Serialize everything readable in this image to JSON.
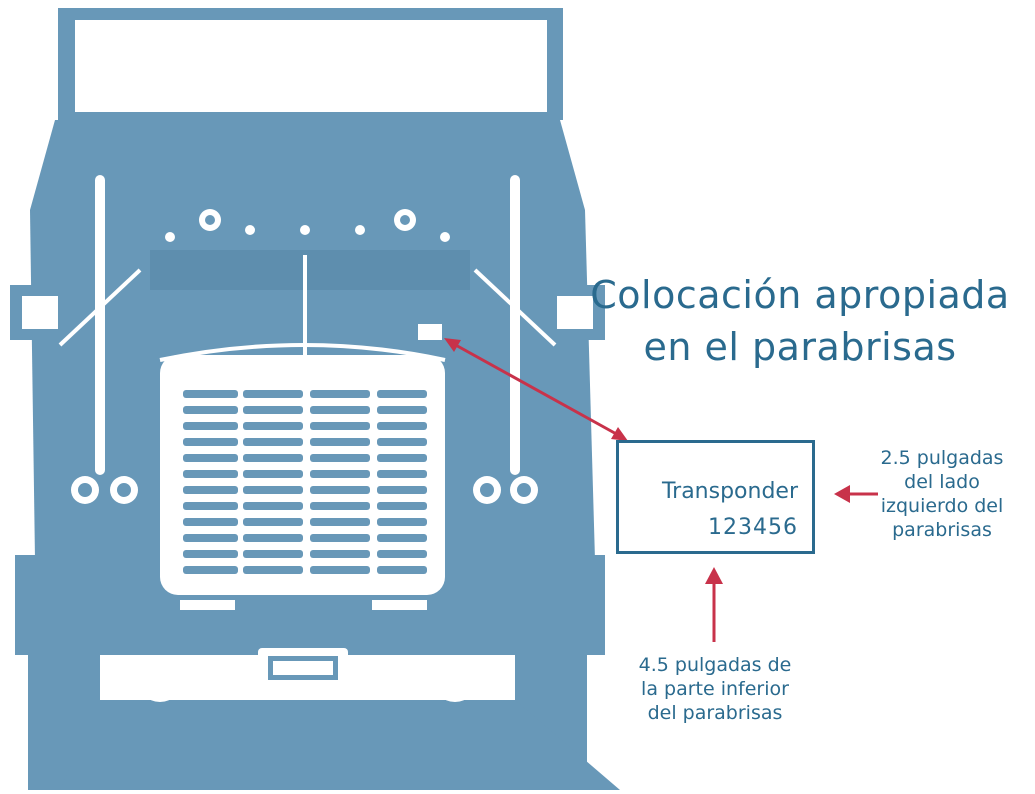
{
  "heading": {
    "line1": "Colocación apropiada",
    "line2": "en el parabrisas"
  },
  "transponder": {
    "label": "Transponder",
    "id": "123456"
  },
  "notes": {
    "right": [
      "2.5 pulgadas",
      "del lado",
      "izquierdo del",
      "parabrisas"
    ],
    "bottom": [
      "4.5 pulgadas de",
      "la parte inferior",
      "del parabrisas"
    ]
  },
  "colors": {
    "truck": "#6898b8",
    "text": "#2a6a8e",
    "arrow": "#c8324a"
  }
}
